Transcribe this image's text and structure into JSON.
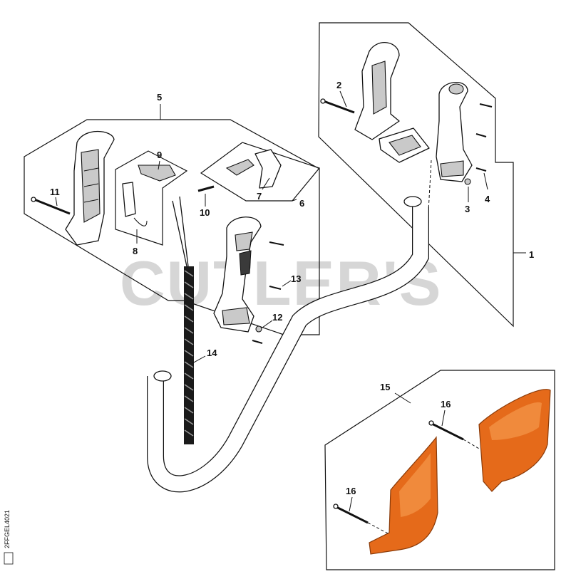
{
  "watermark": "CUTLER'S",
  "side_code": "2FFGEL4021",
  "callouts": {
    "c1": "1",
    "c2": "2",
    "c3": "3",
    "c4": "4",
    "c5": "5",
    "c6": "6",
    "c7": "7",
    "c8": "8",
    "c9": "9",
    "c10": "10",
    "c11": "11",
    "c12": "12",
    "c13": "13",
    "c14": "14",
    "c15": "15",
    "c16a": "16",
    "c16b": "16"
  },
  "colors": {
    "guard": "#e56a1a",
    "watermark": "#d6d6d6",
    "line": "#111111"
  }
}
